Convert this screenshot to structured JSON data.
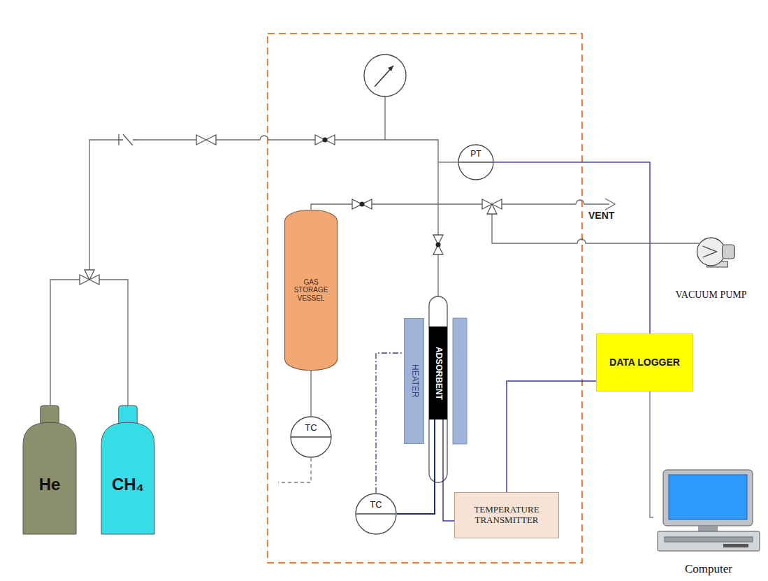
{
  "diagram": {
    "nodes": [
      {
        "text": [
          "GAS STORAGE VESSEL"
        ]
      },
      {
        "text": [
          "PT"
        ]
      },
      {
        "text": [
          "HEATER"
        ]
      },
      {
        "text": [
          "ADSORBENT"
        ]
      },
      {
        "text": [
          "VACUUM PUMP"
        ]
      },
      {
        "text": [
          "DATA LOGGER"
        ]
      },
      {
        "text": [
          "TC"
        ]
      },
      {
        "text": [
          "He"
        ]
      },
      {
        "text": [
          "CH₄"
        ]
      },
      {
        "text": [
          "TC"
        ]
      },
      {
        "text": [
          "TEMPERATURE TRANSMITTER"
        ]
      },
      {
        "text": [
          "Computer"
        ]
      }
    ],
    "edges": [
      {
        "from": 0,
        "to": 6,
        "arrow": "none"
      },
      {
        "from": 9,
        "to": 2,
        "arrow": "none"
      },
      {
        "from": 9,
        "to": 3,
        "arrow": "none"
      },
      {
        "from": 3,
        "to": 10,
        "arrow": "none"
      },
      {
        "from": 10,
        "to": 5,
        "arrow": "none"
      },
      {
        "from": 1,
        "to": 5,
        "arrow": "none"
      },
      {
        "from": 5,
        "to": 11,
        "arrow": "none"
      }
    ],
    "labels": [
      "VENT"
    ]
  }
}
